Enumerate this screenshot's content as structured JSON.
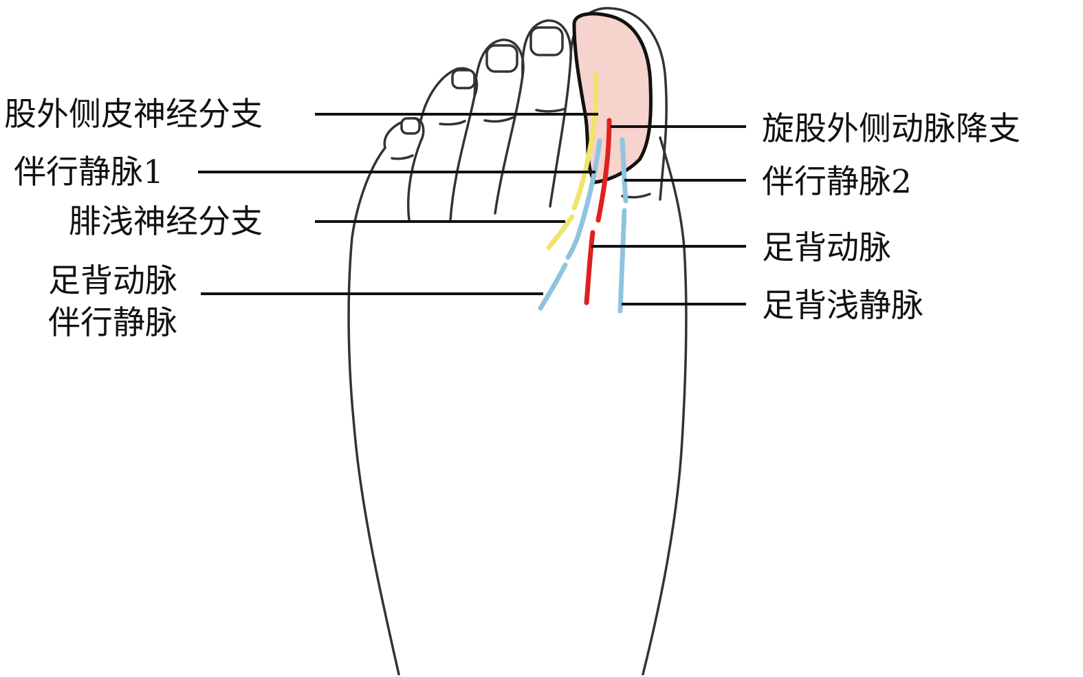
{
  "labels": {
    "lateral_femoral_cutaneous_branch": "股外侧皮神经分支",
    "descending_branch_artery": "旋股外侧动脉降支",
    "accompanying_vein_1": "伴行静脉1",
    "accompanying_vein_2": "伴行静脉2",
    "superficial_peroneal_branch": "腓浅神经分支",
    "dorsalis_pedis_artery": "足背动脉",
    "dorsalis_pedis_vein_line1": "足背动脉",
    "dorsalis_pedis_vein_line2": "伴行静脉",
    "superficial_dorsal_vein": "足背浅静脉"
  },
  "colors": {
    "nerve": "#f0e46a",
    "artery": "#e02020",
    "vein": "#8fc4e0",
    "flap_fill": "#f6d3cc",
    "outline": "#333333",
    "leader": "#111111"
  }
}
